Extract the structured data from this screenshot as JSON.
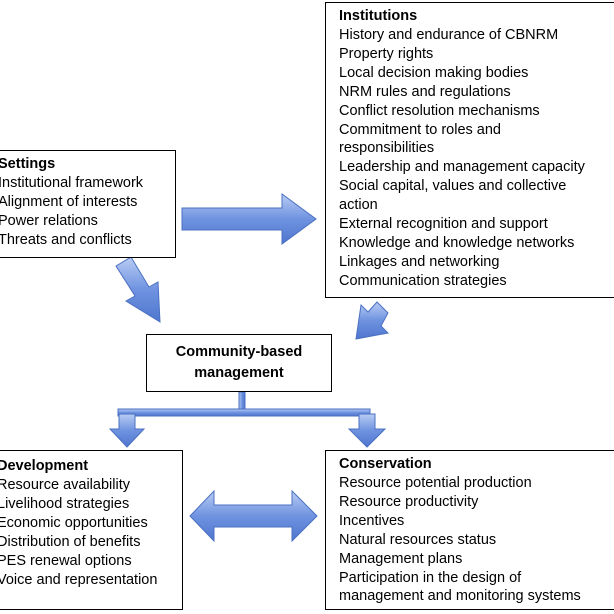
{
  "colors": {
    "arrow_fill": "#6f93e0",
    "arrow_light": "#b9ccf4",
    "arrow_stroke": "#4a70c2"
  },
  "institutions": {
    "title": "Institutions",
    "items": [
      "History and endurance of CBNRM",
      "Property rights",
      "Local decision making bodies",
      "NRM rules and regulations",
      "Conflict resolution mechanisms",
      "Commitment to roles and",
      "responsibilities",
      "Leadership and management capacity",
      "Social capital, values and collective",
      "action",
      "External recognition and support",
      "Knowledge and knowledge networks",
      "Linkages and networking",
      "Communication strategies"
    ]
  },
  "settings": {
    "title": "Settings",
    "items": [
      "Institutional framework",
      "Alignment of interests",
      "Power relations",
      "Threats and conflicts"
    ]
  },
  "community": {
    "title_line1": "Community-based",
    "title_line2": "management"
  },
  "development": {
    "title": "Development",
    "items": [
      "Resource availability",
      "Livelihood strategies",
      "Economic opportunities",
      "Distribution of benefits",
      "PES renewal options",
      "Voice and representation"
    ]
  },
  "conservation": {
    "title": "Conservation",
    "items": [
      "Resource potential production",
      "Resource productivity",
      "Incentives",
      "Natural resources status",
      "Management plans",
      "Participation in the design of",
      "management and monitoring systems"
    ]
  }
}
